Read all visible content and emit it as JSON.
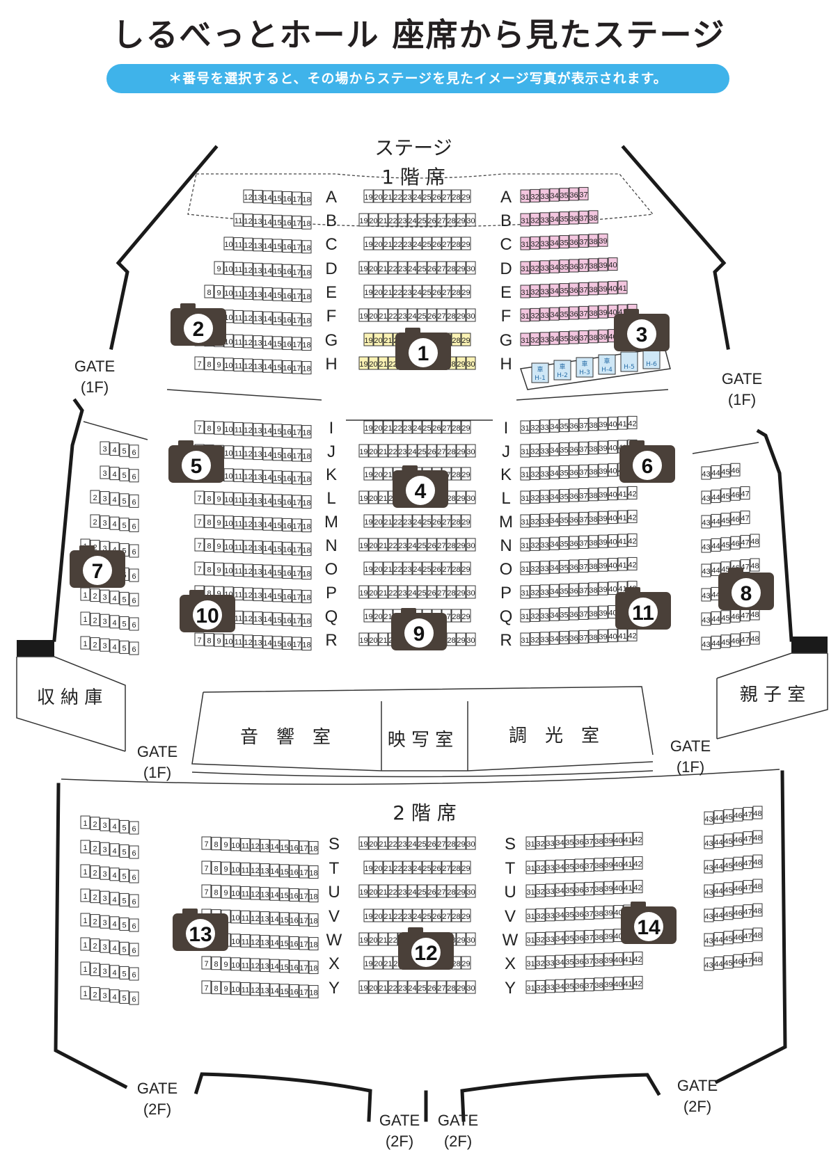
{
  "header": {
    "title": "しるべっとホール 座席から見たステージ",
    "note": "＊番号を選択すると、その場からステージを見たイメージ写真が表示されます。"
  },
  "labels": {
    "stage": "ステージ",
    "floor1": "1 階 席",
    "floor2": "2 階 席"
  },
  "gates": [
    {
      "id": "g1",
      "line1": "GATE",
      "line2": "(1F)"
    },
    {
      "id": "g2",
      "line1": "GATE",
      "line2": "(1F)"
    },
    {
      "id": "g3",
      "line1": "GATE",
      "line2": "(1F)"
    },
    {
      "id": "g4",
      "line1": "GATE",
      "line2": "(1F)"
    },
    {
      "id": "g5",
      "line1": "GATE",
      "line2": "(2F)"
    },
    {
      "id": "g6",
      "line1": "GATE",
      "line2": "(2F)"
    },
    {
      "id": "g7",
      "line1": "GATE",
      "line2": "(2F)"
    },
    {
      "id": "g8",
      "line1": "GATE",
      "line2": "(2F)"
    }
  ],
  "rooms": {
    "storage": "収 納 庫",
    "family": "親 子 室",
    "sound": "音　響　室",
    "projection": "映 写 室",
    "lighting": "調　光　室"
  },
  "wheelchair": [
    "H-1",
    "H-2",
    "H-3",
    "H-4",
    "H-5",
    "H-6"
  ],
  "wheelchair_mark": "車",
  "cameras": [
    "1",
    "2",
    "3",
    "4",
    "5",
    "6",
    "7",
    "8",
    "9",
    "10",
    "11",
    "12",
    "13",
    "14"
  ],
  "colors": {
    "accent": "#3fb3ea",
    "camera": "#4a4039",
    "pink": "#f3c6df",
    "yellow": "#fbf3b5",
    "wheelchair": "#cfe7f6"
  },
  "rows": {
    "A": {
      "left": [
        12,
        18
      ],
      "center": [
        19,
        29
      ],
      "right": [
        31,
        37
      ]
    },
    "B": {
      "left": [
        11,
        18
      ],
      "center": [
        19,
        30
      ],
      "right": [
        31,
        38
      ]
    },
    "C": {
      "left": [
        10,
        18
      ],
      "center": [
        19,
        29
      ],
      "right": [
        31,
        39
      ]
    },
    "D": {
      "left": [
        9,
        18
      ],
      "center": [
        19,
        30
      ],
      "right": [
        31,
        40
      ]
    },
    "E": {
      "left": [
        8,
        18
      ],
      "center": [
        19,
        29
      ],
      "right": [
        31,
        41
      ]
    },
    "F": {
      "left": [
        7,
        18
      ],
      "center": [
        19,
        30
      ],
      "right": [
        31,
        42
      ]
    },
    "G": {
      "left": [
        7,
        18
      ],
      "center": [
        19,
        29
      ],
      "right": [
        31,
        42
      ]
    },
    "H": {
      "left": [
        7,
        18
      ],
      "center": [
        19,
        30
      ],
      "right": []
    },
    "I": {
      "left": [
        7,
        18
      ],
      "center": [
        19,
        29
      ],
      "right": [
        31,
        42
      ]
    },
    "J": {
      "left": [
        7,
        18
      ],
      "center": [
        19,
        30
      ],
      "right": [
        31,
        42
      ]
    },
    "K": {
      "left": [
        7,
        18
      ],
      "center": [
        19,
        29
      ],
      "right": [
        31,
        42
      ]
    },
    "L": {
      "left": [
        7,
        18
      ],
      "center": [
        19,
        30
      ],
      "right": [
        31,
        42
      ]
    },
    "M": {
      "left": [
        7,
        18
      ],
      "center": [
        19,
        29
      ],
      "right": [
        31,
        42
      ]
    },
    "N": {
      "left": [
        7,
        18
      ],
      "center": [
        19,
        30
      ],
      "right": [
        31,
        42
      ]
    },
    "O": {
      "left": [
        7,
        18
      ],
      "center": [
        19,
        29
      ],
      "right": [
        31,
        42
      ]
    },
    "P": {
      "left": [
        7,
        18
      ],
      "center": [
        19,
        30
      ],
      "right": [
        31,
        42
      ]
    },
    "Q": {
      "left": [
        7,
        18
      ],
      "center": [
        19,
        29
      ],
      "right": [
        31,
        42
      ]
    },
    "R": {
      "left": [
        7,
        18
      ],
      "center": [
        19,
        30
      ],
      "right": [
        31,
        42
      ]
    },
    "S": {
      "left": [
        7,
        18
      ],
      "center": [
        19,
        30
      ],
      "right": [
        31,
        42
      ]
    },
    "T": {
      "left": [
        7,
        18
      ],
      "center": [
        19,
        29
      ],
      "right": [
        31,
        42
      ]
    },
    "U": {
      "left": [
        7,
        18
      ],
      "center": [
        19,
        30
      ],
      "right": [
        31,
        42
      ]
    },
    "V": {
      "left": [
        7,
        18
      ],
      "center": [
        19,
        29
      ],
      "right": [
        31,
        42
      ]
    },
    "W": {
      "left": [
        7,
        18
      ],
      "center": [
        19,
        30
      ],
      "right": [
        31,
        42
      ]
    },
    "X": {
      "left": [
        7,
        18
      ],
      "center": [
        19,
        29
      ],
      "right": [
        31,
        42
      ]
    },
    "Y": {
      "left": [
        7,
        18
      ],
      "center": [
        19,
        30
      ],
      "right": [
        31,
        42
      ]
    }
  },
  "side_blocks": {
    "f1_left": [
      [
        3,
        6
      ],
      [
        3,
        6
      ],
      [
        2,
        6
      ],
      [
        2,
        6
      ],
      [
        1,
        6
      ],
      [
        1,
        6
      ],
      [
        1,
        6
      ],
      [
        1,
        6
      ],
      [
        1,
        6
      ]
    ],
    "f1_right": [
      [
        43,
        46
      ],
      [
        43,
        47
      ],
      [
        43,
        47
      ],
      [
        43,
        48
      ],
      [
        43,
        48
      ],
      [
        43,
        48
      ],
      [
        43,
        48
      ],
      [
        43,
        48
      ]
    ],
    "f2_left": [
      [
        1,
        6
      ],
      [
        1,
        6
      ],
      [
        1,
        6
      ],
      [
        1,
        6
      ],
      [
        1,
        6
      ],
      [
        1,
        6
      ],
      [
        1,
        6
      ],
      [
        1,
        6
      ]
    ],
    "f2_right": [
      [
        43,
        48
      ],
      [
        43,
        48
      ],
      [
        43,
        48
      ],
      [
        43,
        48
      ],
      [
        43,
        48
      ],
      [
        43,
        48
      ],
      [
        43,
        48
      ]
    ]
  }
}
